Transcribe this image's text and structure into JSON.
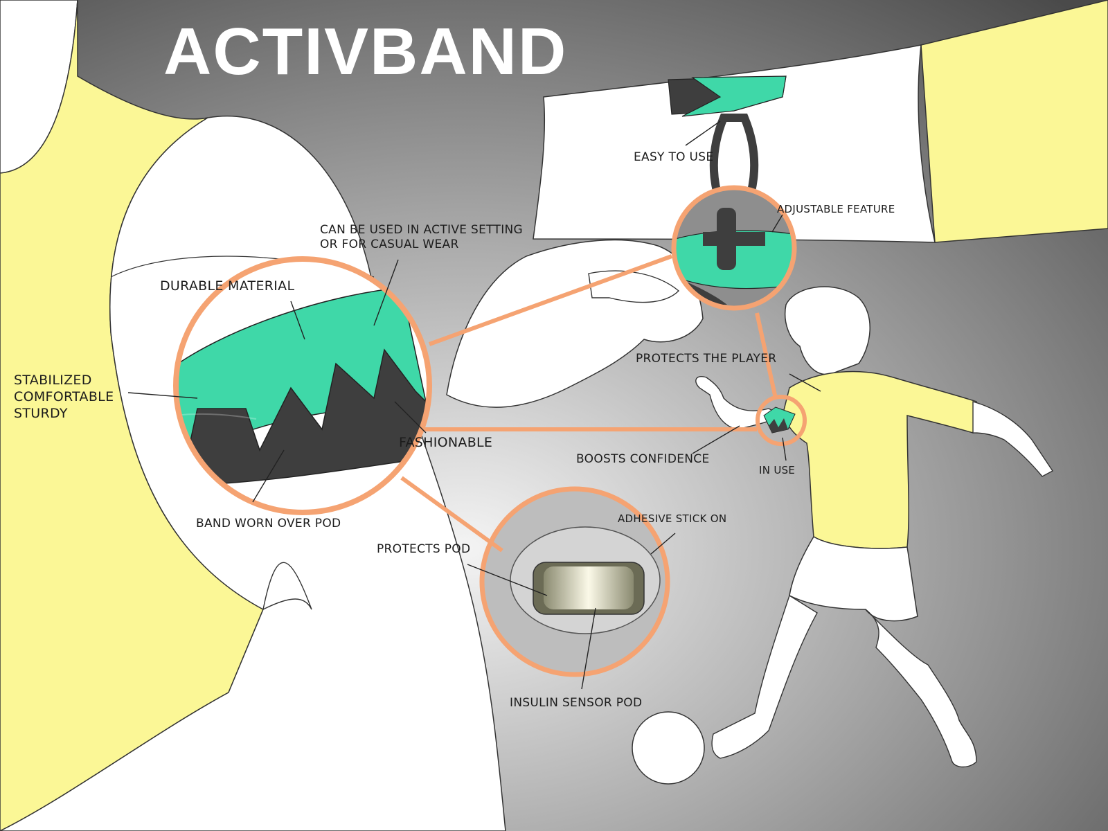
{
  "title": "ACTIVBAND",
  "labels": {
    "easy_to_use": "EASY TO USE",
    "adjustable_feature": "ADJUSTABLE FEATURE",
    "active_setting": [
      "CAN BE USED IN ACTIVE SETTING",
      "OR FOR CASUAL WEAR"
    ],
    "durable_material": "DURABLE MATERIAL",
    "stabilized": [
      "STABILIZED",
      "COMFORTABLE",
      "STURDY"
    ],
    "fashionable": "FASHIONABLE",
    "band_worn_over_pod": "BAND WORN OVER POD",
    "protects_the_player": "PROTECTS THE PLAYER",
    "boosts_confidence": "BOOSTS CONFIDENCE",
    "in_use": "IN USE",
    "adhesive_stick_on": "ADHESIVE STICK ON",
    "protects_pod": "PROTECTS POD",
    "insulin_sensor_pod": "INSULIN SENSOR POD"
  },
  "colors": {
    "band_teal": "#3fd8a8",
    "band_dark": "#3e3e3e",
    "highlight_orange": "#f5a372",
    "shirt_yellow": "#fbf796",
    "skin_white": "#ffffff"
  }
}
